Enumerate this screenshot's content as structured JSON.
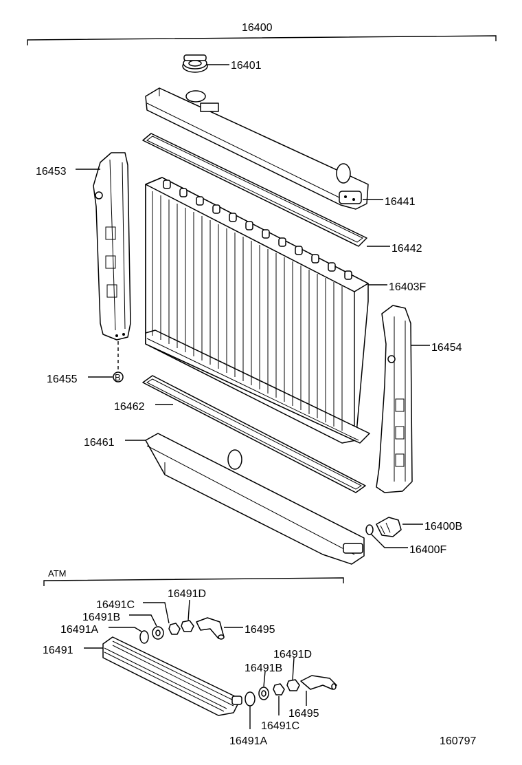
{
  "diagram": {
    "assembly_number": "16400",
    "atm_label": "ATM",
    "figure_number": "160797",
    "labels": {
      "p16401": "16401",
      "p16453": "16453",
      "p16441": "16441",
      "p16442": "16442",
      "p16403F": "16403F",
      "p16454": "16454",
      "p16455": "16455",
      "p16455_mark": "B",
      "p16462": "16462",
      "p16461": "16461",
      "p16400B": "16400B",
      "p16400F": "16400F",
      "p16491C_a": "16491C",
      "p16491D_a": "16491D",
      "p16491B_a": "16491B",
      "p16491A_a": "16491A",
      "p16495_a": "16495",
      "p16491": "16491",
      "p16491D_b": "16491D",
      "p16491B_b": "16491B",
      "p16495_b": "16495",
      "p16491C_b": "16491C",
      "p16491A_b": "16491A"
    }
  }
}
